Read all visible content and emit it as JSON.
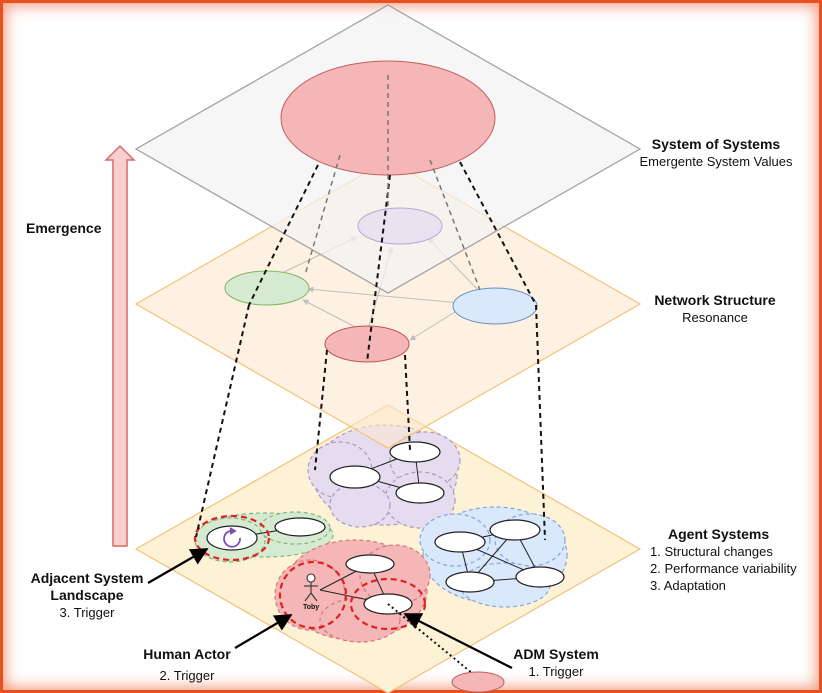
{
  "layers": {
    "top": {
      "title": "System of Systems",
      "subtitle": "Emergente System Values"
    },
    "middle": {
      "title": "Network Structure",
      "subtitle": "Resonance"
    },
    "bottom": {
      "title": "Agent Systems",
      "items": [
        "1. Structural changes",
        "2. Performance variability",
        "3. Adaptation"
      ]
    }
  },
  "emergence_label": "Emergence",
  "callouts": {
    "adjacent": {
      "title_line1": "Adjacent System",
      "title_line2": "Landscape",
      "trigger": "3. Trigger"
    },
    "human": {
      "title": "Human Actor",
      "trigger": "2. Trigger"
    },
    "adm": {
      "title": "ADM System",
      "trigger": "1. Trigger"
    }
  },
  "actor_name": "Toby",
  "colors": {
    "top_plane": "#f2f2f2",
    "middle_plane": "#fde7cf",
    "bottom_plane": "#fdf1d6",
    "red_node": "#f4b6b6",
    "green_node": "#d5ead1",
    "blue_node": "#dae8fc",
    "purple_node": "#e8e0f0",
    "trigger_ring": "#e02020",
    "arrow": "#e8a3a3",
    "frame": "#e8501e"
  }
}
